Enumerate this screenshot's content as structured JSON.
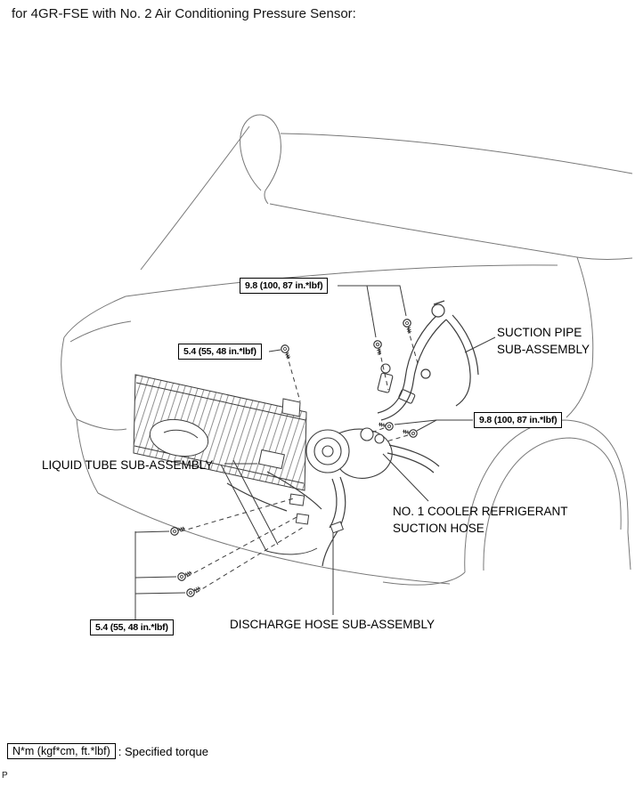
{
  "page": {
    "title": "for 4GR-FSE with No. 2 Air Conditioning Pressure Sensor:",
    "corner_mark": "P"
  },
  "torques": {
    "suction_pipe_bolts": "9.8 (100, 87 in.*lbf)",
    "condenser_bolt": "5.4 (55, 48 in.*lbf)",
    "compressor_fittings": "9.8 (100, 87 in.*lbf)",
    "liquid_tube_bolts": "5.4 (55, 48 in.*lbf)"
  },
  "labels": {
    "suction_pipe_line1": "SUCTION PIPE",
    "suction_pipe_line2": "SUB-ASSEMBLY",
    "liquid_tube": "LIQUID TUBE SUB-ASSEMBLY",
    "cooler_hose_line1": "NO. 1 COOLER REFRIGERANT",
    "cooler_hose_line2": "SUCTION HOSE",
    "discharge_hose": "DISCHARGE HOSE SUB-ASSEMBLY"
  },
  "legend": {
    "symbol": "N*m (kgf*cm, ft.*lbf)",
    "meaning": ": Specified torque"
  },
  "colors": {
    "line": "#3c3c3c",
    "background": "#ffffff",
    "text": "#000000"
  }
}
